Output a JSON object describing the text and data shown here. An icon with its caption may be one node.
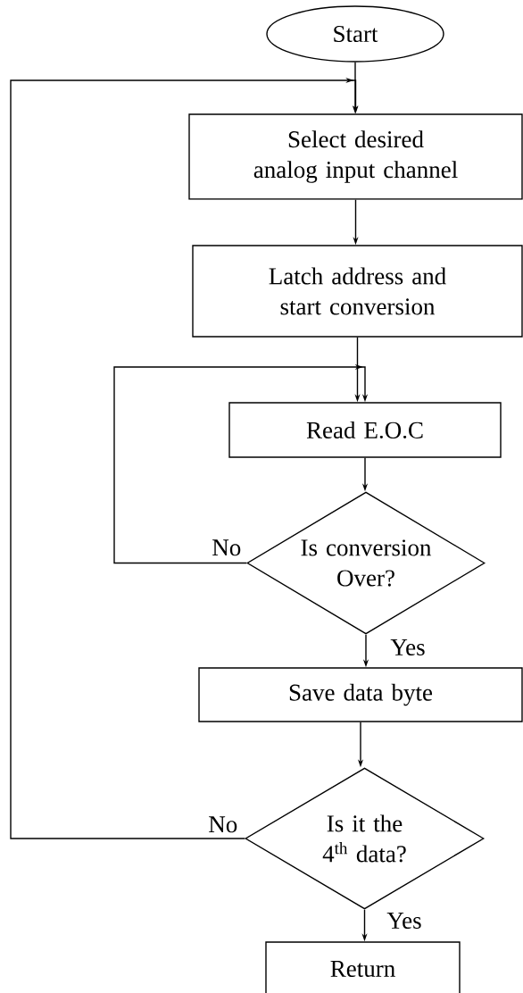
{
  "diagram": {
    "nodes": [
      {
        "text": [
          "Start"
        ]
      },
      {
        "text": [
          "Select desired analog input channel"
        ]
      },
      {
        "text": [
          "Latch address and start conversion"
        ]
      },
      {
        "text": [
          "Read E.O.C"
        ]
      },
      {
        "text": [
          "Is conversion Over?"
        ]
      },
      {
        "text": [
          "Save data byte"
        ]
      },
      {
        "text": [
          "Is it the 4$^{th}$ data?"
        ]
      },
      {
        "text": [
          "Return"
        ]
      }
    ],
    "edges": [
      {
        "from": 0,
        "to": 1,
        "arrow": "to"
      },
      {
        "from": 1,
        "to": 2,
        "arrow": "to"
      },
      {
        "from": 2,
        "to": 3,
        "arrow": "to"
      },
      {
        "from": 3,
        "to": 4,
        "arrow": "to"
      },
      {
        "from": 4,
        "to": 3,
        "arrow": "to",
        "label": "No"
      },
      {
        "from": 4,
        "to": 5,
        "arrow": "to",
        "label": "Yes"
      },
      {
        "from": 5,
        "to": 6,
        "arrow": "to"
      },
      {
        "from": 6,
        "to": 1,
        "arrow": "to",
        "label": "No"
      },
      {
        "from": 6,
        "to": 7,
        "arrow": "to",
        "label": "Yes"
      }
    ]
  }
}
